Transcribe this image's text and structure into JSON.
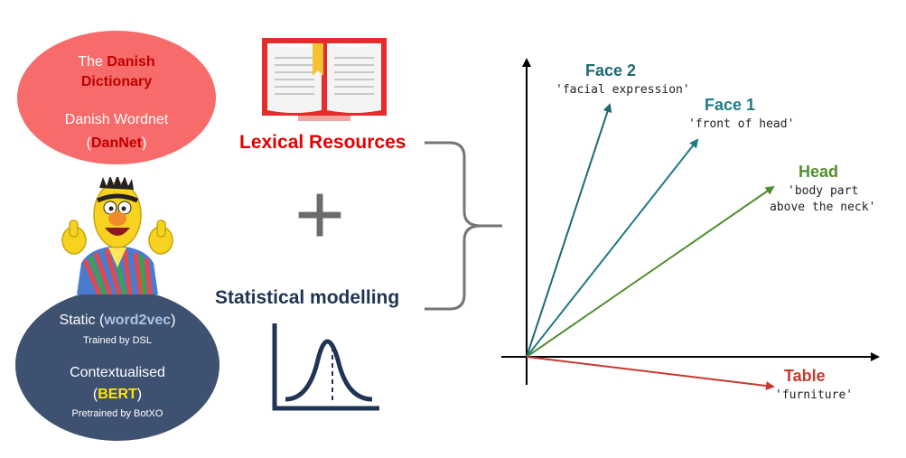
{
  "dictionary": {
    "the": "The ",
    "danish": "Danish",
    "dictionary": "Dictionary",
    "wordnet": "Danish Wordnet",
    "paren_open": "(",
    "danet": "DanNet",
    "paren_close": ")"
  },
  "models": {
    "static_prefix": "Static (",
    "static_name": "word2vec",
    "static_suffix": ")",
    "static_sub": "Trained by DSL",
    "contextualised": "Contextualised",
    "bert_open": "(",
    "bert_name": "BERT",
    "bert_close": ")",
    "bert_sub": "Pretrained by BotXO"
  },
  "labels": {
    "lexical": "Lexical Resources",
    "plus": "+",
    "statistical": "Statistical modelling"
  },
  "vectors": {
    "face2": {
      "title": "Face 2",
      "sub": "'facial expression'"
    },
    "face1": {
      "title": "Face 1",
      "sub": "'front of head'"
    },
    "head": {
      "title": "Head",
      "sub1": "'body part",
      "sub2": "above the neck'"
    },
    "table": {
      "title": "Table",
      "sub": "'furniture'"
    }
  },
  "colors": {
    "face": "#1f7a86",
    "face2": "#1d6a74",
    "head": "#4f8f2f",
    "table": "#c53a2f",
    "ellipse_red": "#f76b6b",
    "ellipse_dark": "#3e5170",
    "accent_red": "#e60000",
    "navy": "#1f3553",
    "bert_yellow": "#ffe600"
  },
  "icons": [
    "book-icon",
    "bert-character-icon",
    "bell-curve-icon",
    "brace-icon"
  ]
}
